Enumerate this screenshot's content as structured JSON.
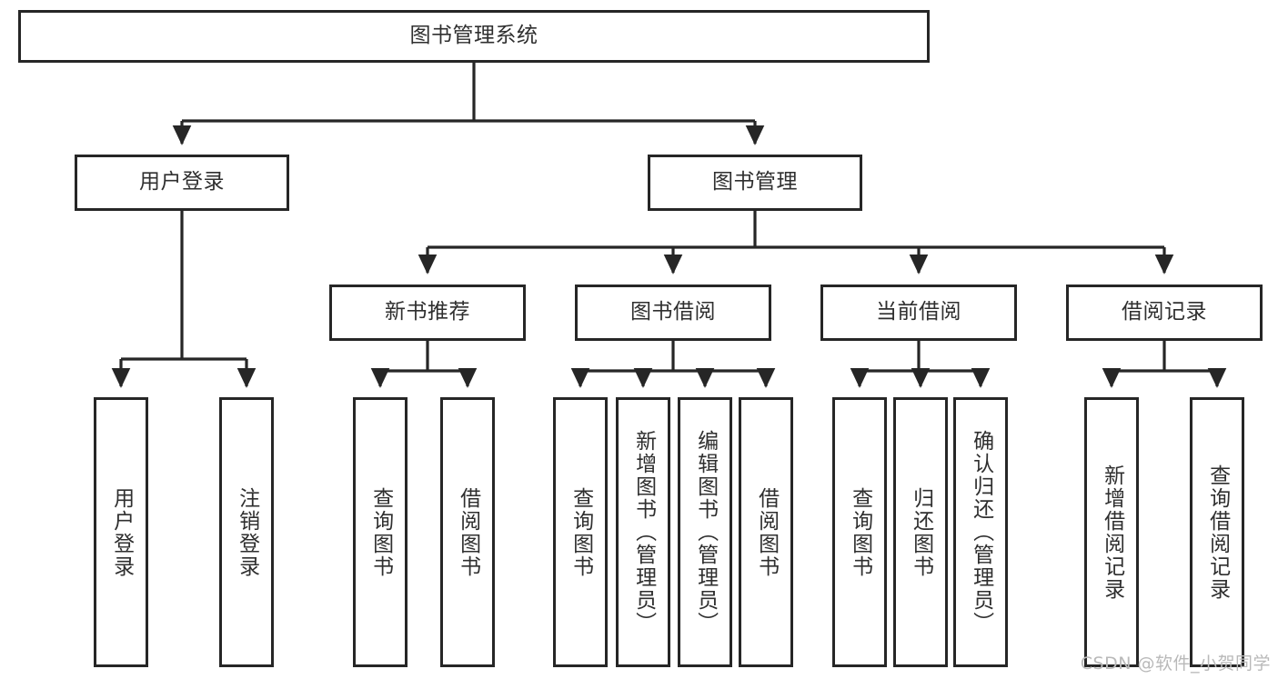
{
  "diagram": {
    "title": "图书管理系统",
    "watermark": "CSDN @软件_小贺同学",
    "colors": {
      "border": "#262626",
      "text": "#2f2f2f",
      "background": "#ffffff",
      "watermark": "#b9b9b9"
    },
    "nodes": {
      "root": {
        "label": "图书管理系统"
      },
      "level2": [
        {
          "label": "用户登录"
        },
        {
          "label": "图书管理"
        }
      ],
      "level3": [
        {
          "label": "新书推荐"
        },
        {
          "label": "图书借阅"
        },
        {
          "label": "当前借阅"
        },
        {
          "label": "借阅记录"
        }
      ],
      "leaves": {
        "user_login": [
          {
            "label": "用户登录"
          },
          {
            "label": "注销登录"
          }
        ],
        "new_book_recommend": [
          {
            "label": "查询图书"
          },
          {
            "label": "借阅图书"
          }
        ],
        "book_borrow": [
          {
            "label": "查询图书"
          },
          {
            "label": "新增图书（管理员）"
          },
          {
            "label": "编辑图书（管理员）"
          },
          {
            "label": "借阅图书"
          }
        ],
        "current_borrow": [
          {
            "label": "查询图书"
          },
          {
            "label": "归还图书"
          },
          {
            "label": "确认归还（管理员）"
          }
        ],
        "borrow_record": [
          {
            "label": "新增借阅记录"
          },
          {
            "label": "查询借阅记录"
          }
        ]
      }
    }
  }
}
